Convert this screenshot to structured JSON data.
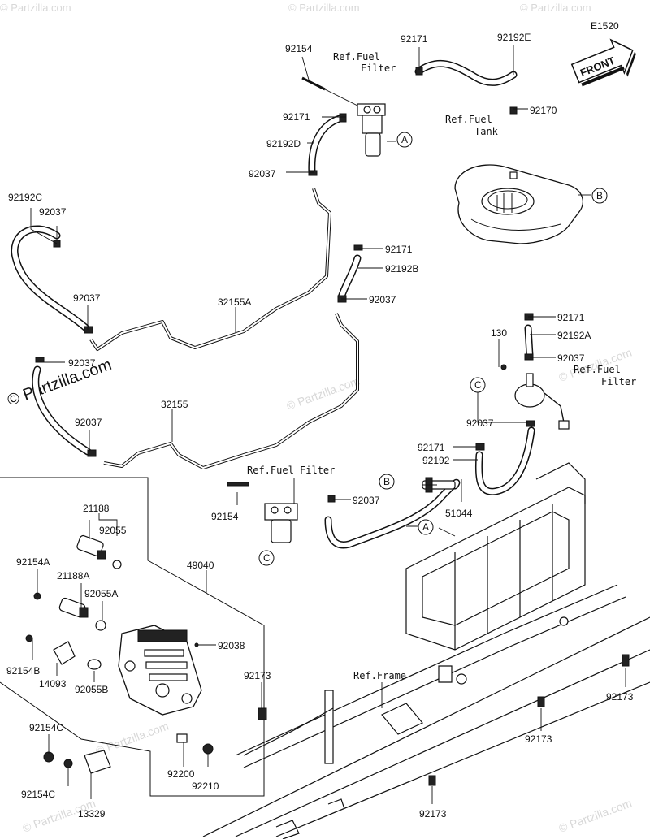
{
  "diagram_code": "E1520",
  "front_label": "FRONT",
  "watermark": "© Partzilla.com",
  "callouts": {
    "A": "A",
    "B": "B",
    "C": "C"
  },
  "refs": {
    "fuel_filter_top": "Ref.Fuel\nFilter",
    "fuel_tank": "Ref.Fuel\nTank",
    "fuel_filter_right": "Ref.Fuel\nFilter",
    "fuel_filter_mid": "Ref.Fuel Filter",
    "frame": "Ref.Frame"
  },
  "labels": {
    "p92154_top": "92154",
    "p92171_top": "92171",
    "p92192E": "92192E",
    "p92171_filter": "92171",
    "p92170": "92170",
    "p92192D": "92192D",
    "p92037_upper": "92037",
    "p92192C": "92192C",
    "p92037_left": "92037",
    "p92171_mid": "92171",
    "p92192B": "92192B",
    "p92037_mid": "92037",
    "p92037_left2": "92037",
    "p32155A": "32155A",
    "p92171_right": "92171",
    "p92192A": "92192A",
    "p130": "130",
    "p92037_right": "92037",
    "p92037_left3": "92037",
    "p32155": "32155",
    "p92037_left4": "92037",
    "p92037_pump": "92037",
    "p92171_pump": "92171",
    "p92192": "92192",
    "p21188": "21188",
    "p92154_mid": "92154",
    "p92037_filter2": "92037",
    "p51044": "51044",
    "p92055": "92055",
    "p49040": "49040",
    "p92154A": "92154A",
    "p21188A": "21188A",
    "p92055A": "92055A",
    "p92038": "92038",
    "p92154B": "92154B",
    "p14093": "14093",
    "p92055B": "92055B",
    "p92173_left": "92173",
    "p92173_right": "92173",
    "p92173_mid": "92173",
    "p92154C_top": "92154C",
    "p92154C_bot": "92154C",
    "p13329": "13329",
    "p92200": "92200",
    "p92210": "92210",
    "p92173_bot": "92173"
  }
}
